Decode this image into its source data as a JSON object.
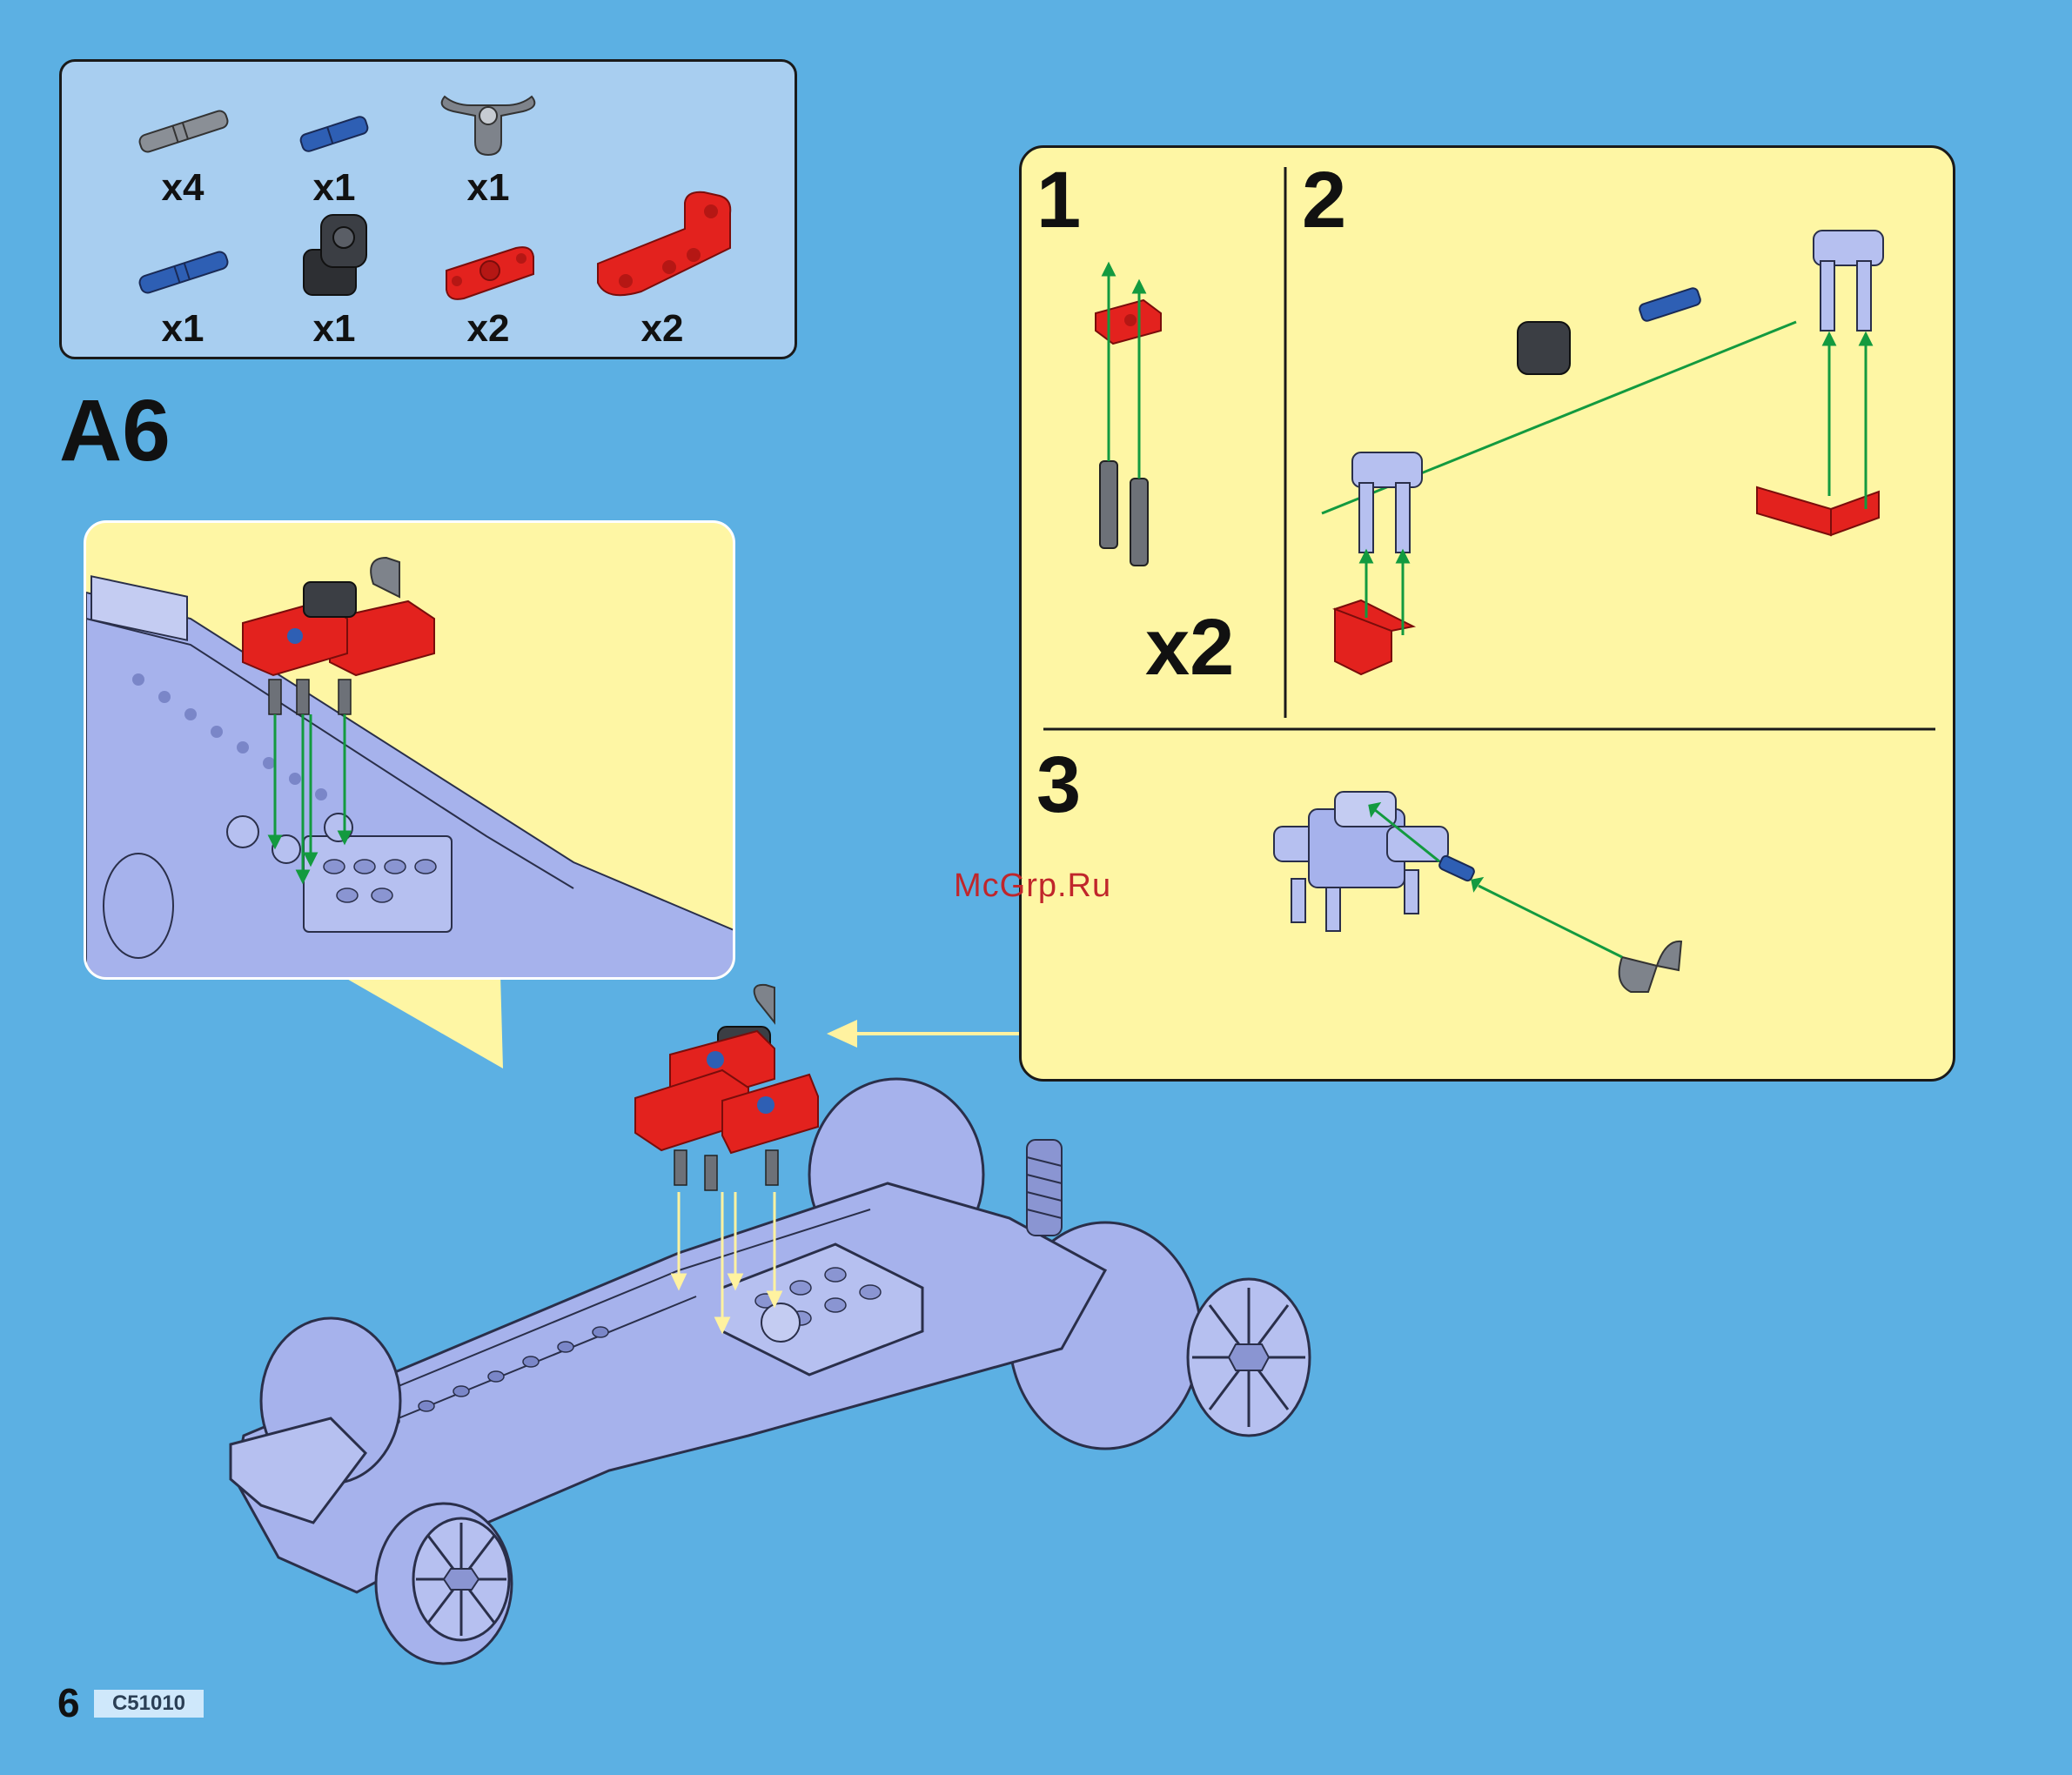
{
  "parts_list": {
    "items": [
      {
        "icon": "grey-friction-pin-icon",
        "qty": "x4"
      },
      {
        "icon": "blue-axle-pin-icon",
        "qty": "x1"
      },
      {
        "icon": "grey-hook-part-icon",
        "qty": "x1"
      },
      {
        "icon": "blue-long-pin-icon",
        "qty": "x1"
      },
      {
        "icon": "black-pin-connector-icon",
        "qty": "x1"
      },
      {
        "icon": "red-double-beam-icon",
        "qty": "x2"
      },
      {
        "icon": "red-l-beam-icon",
        "qty": "x2"
      }
    ]
  },
  "step": {
    "title": "A6"
  },
  "subassembly": {
    "steps": [
      {
        "number": "1",
        "multiplier": "x2"
      },
      {
        "number": "2"
      },
      {
        "number": "3"
      }
    ]
  },
  "watermark": "McGrp.Ru",
  "footer": {
    "page_number": "6",
    "code": "C51010"
  },
  "colors": {
    "background": "#5cb0e3",
    "panel_yellow": "#fef6a4",
    "part_red": "#e3221e",
    "part_blue": "#2e5fb4",
    "chassis": "#a6b2ec",
    "arrow_green": "#139a3f",
    "arrow_yellow": "#fff2a0"
  }
}
